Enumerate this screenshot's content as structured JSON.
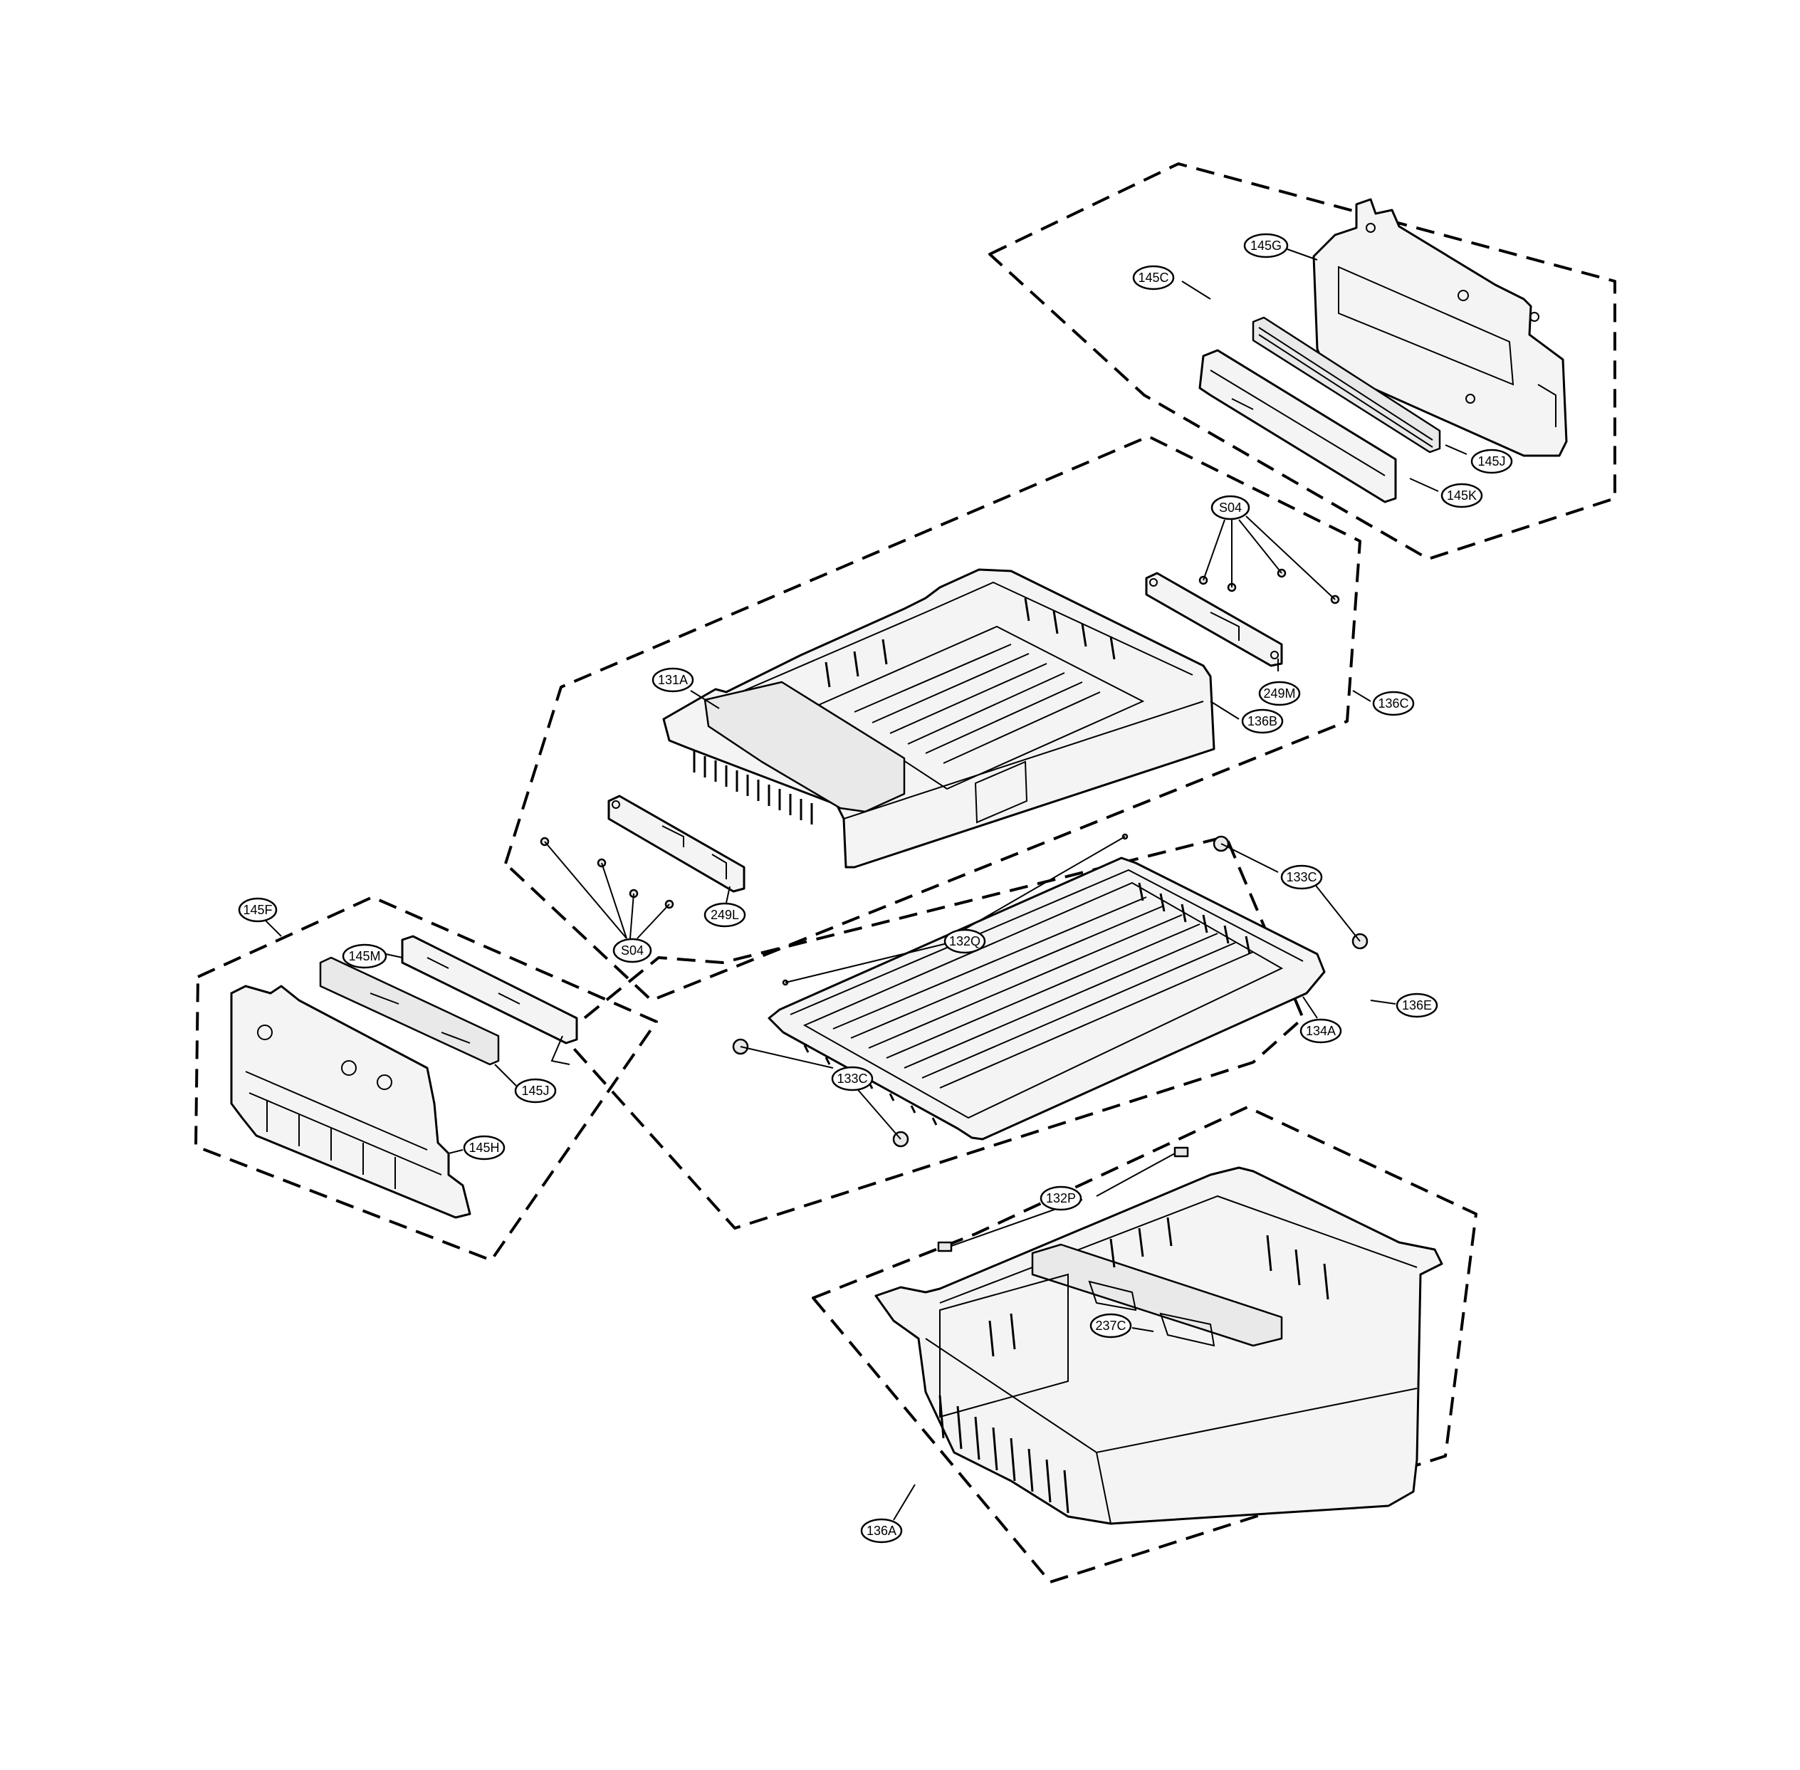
{
  "callouts": {
    "c145C": "145C",
    "c145G": "145G",
    "c145J_top": "145J",
    "c145K": "145K",
    "cS04_top": "S04",
    "c249M": "249M",
    "c136C": "136C",
    "c131A": "131A",
    "c136B": "136B",
    "c249L": "249L",
    "cS04_bottom": "S04",
    "c133C_top": "133C",
    "c132Q": "132Q",
    "c136E": "136E",
    "c134A": "134A",
    "c133C_bottom": "133C",
    "c145F": "145F",
    "c145M": "145M",
    "c145J_left": "145J",
    "c145H": "145H",
    "c132P": "132P",
    "c237C": "237C",
    "c136A": "136A"
  }
}
